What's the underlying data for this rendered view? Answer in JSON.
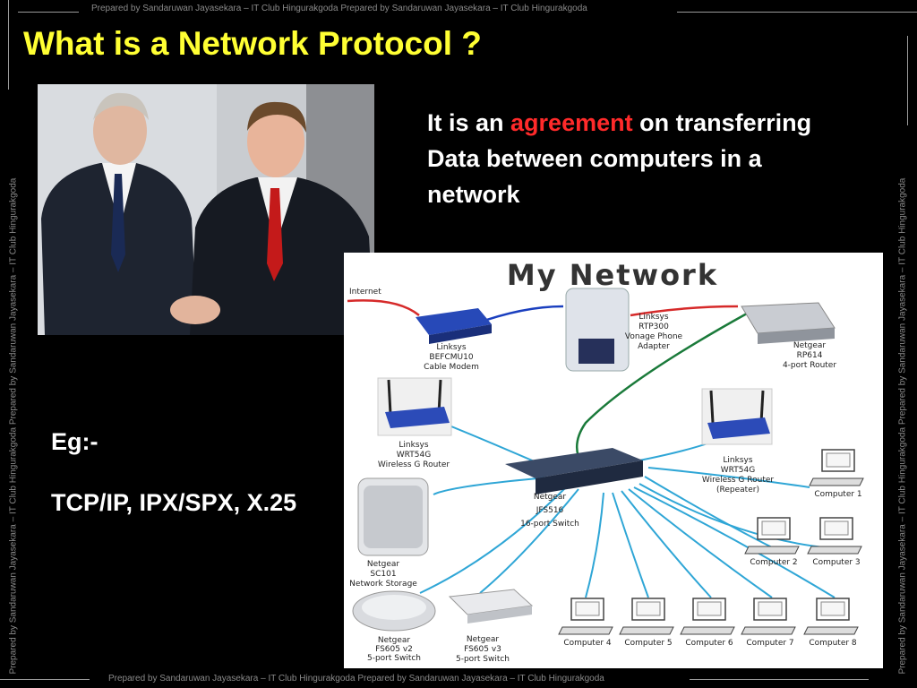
{
  "watermark": "Prepared by Sandaruwan Jayasekara – IT Club Hingurakgoda Prepared by Sandaruwan Jayasekara – IT Club Hingurakgoda",
  "title": "What is a Network Protocol ?",
  "definition": {
    "before": "It is an ",
    "highlight": "agreement",
    "after": " on transferring Data between computers in a network",
    "highlight_color": "#ff2a2a"
  },
  "example_heading": "Eg:-",
  "examples": "TCP/IP, IPX/SPX, X.25",
  "title_color": "#ffff33",
  "diagram": {
    "title": "My Network",
    "internet": "Internet",
    "modem": [
      "Linksys",
      "BEFCMU10",
      "Cable Modem"
    ],
    "phone": [
      "Linksys",
      "RTP300",
      "Vonage Phone",
      "Adapter"
    ],
    "router": [
      "Netgear",
      "RP614",
      "4-port Router"
    ],
    "wifi1": [
      "Linksys",
      "WRT54G",
      "Wireless G Router"
    ],
    "wifi2": [
      "Linksys",
      "WRT54G",
      "Wireless G Router",
      "(Repeater)"
    ],
    "switch": [
      "Netgear",
      "JFS516",
      "16-port Switch"
    ],
    "storage": [
      "Netgear",
      "SC101",
      "Network Storage"
    ],
    "fs605v2": [
      "Netgear",
      "FS605 v2",
      "5-port Switch"
    ],
    "fs605v3": [
      "Netgear",
      "FS605 v3",
      "5-port Switch"
    ],
    "computers": [
      "Computer 1",
      "Computer 2",
      "Computer 3",
      "Computer 4",
      "Computer 5",
      "Computer 6",
      "Computer 7",
      "Computer 8"
    ]
  }
}
